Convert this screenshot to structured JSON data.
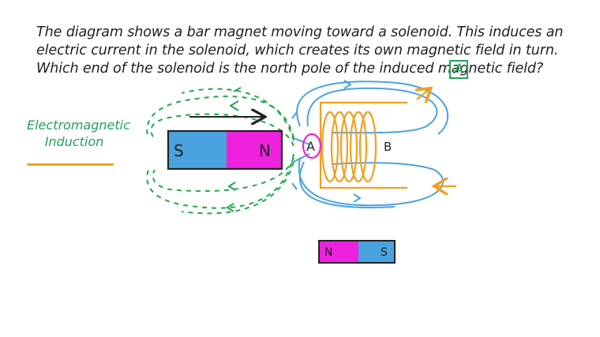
{
  "question": {
    "text": "The diagram shows a bar magnet moving toward a solenoid. This induces an electric current in the solenoid, which creates its own magnetic field in turn. Which end of the solenoid is the north pole of the induced magnetic field?",
    "answer": "A"
  },
  "topic": {
    "line1": "Electromagnetic",
    "line2": "Induction"
  },
  "diagram": {
    "bar_magnet": {
      "left_pole": "S",
      "right_pole": "N"
    },
    "solenoid": {
      "end_a": "A",
      "end_b": "B"
    },
    "induced_magnet": {
      "left_pole": "N",
      "right_pole": "S"
    }
  },
  "colors": {
    "north": "#ee22dd",
    "south": "#4aa3df",
    "field_green": "#1fa94f",
    "field_blue": "#4aa3df",
    "coil_orange": "#f0a020"
  }
}
